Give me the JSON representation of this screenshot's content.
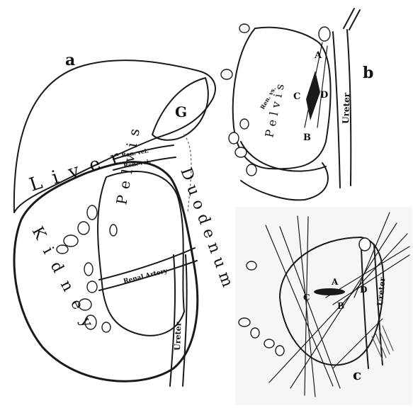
{
  "figures": {
    "a": {
      "letter": "a",
      "labels": {
        "liver": "Liver",
        "gall": "G",
        "kidney": "Kidney",
        "duodenum": "Duodenum",
        "pelvis": "Pelvis",
        "renal_artery": "Renal Artery",
        "ren_vei_1": "Ren. vei.",
        "ren_vei_2": "Ren. vei.",
        "ureter": "Ureter"
      }
    },
    "b": {
      "letter": "b",
      "labels": {
        "pelvis": "Pelvis",
        "vessels": "Ren. vs.",
        "ureter": "Ureter",
        "A": "A",
        "B": "B",
        "C": "C",
        "D": "D"
      }
    },
    "c": {
      "letter": "c",
      "labels": {
        "A": "A",
        "B": "B",
        "C": "C",
        "D": "D",
        "ureter": "Ureter"
      }
    }
  }
}
